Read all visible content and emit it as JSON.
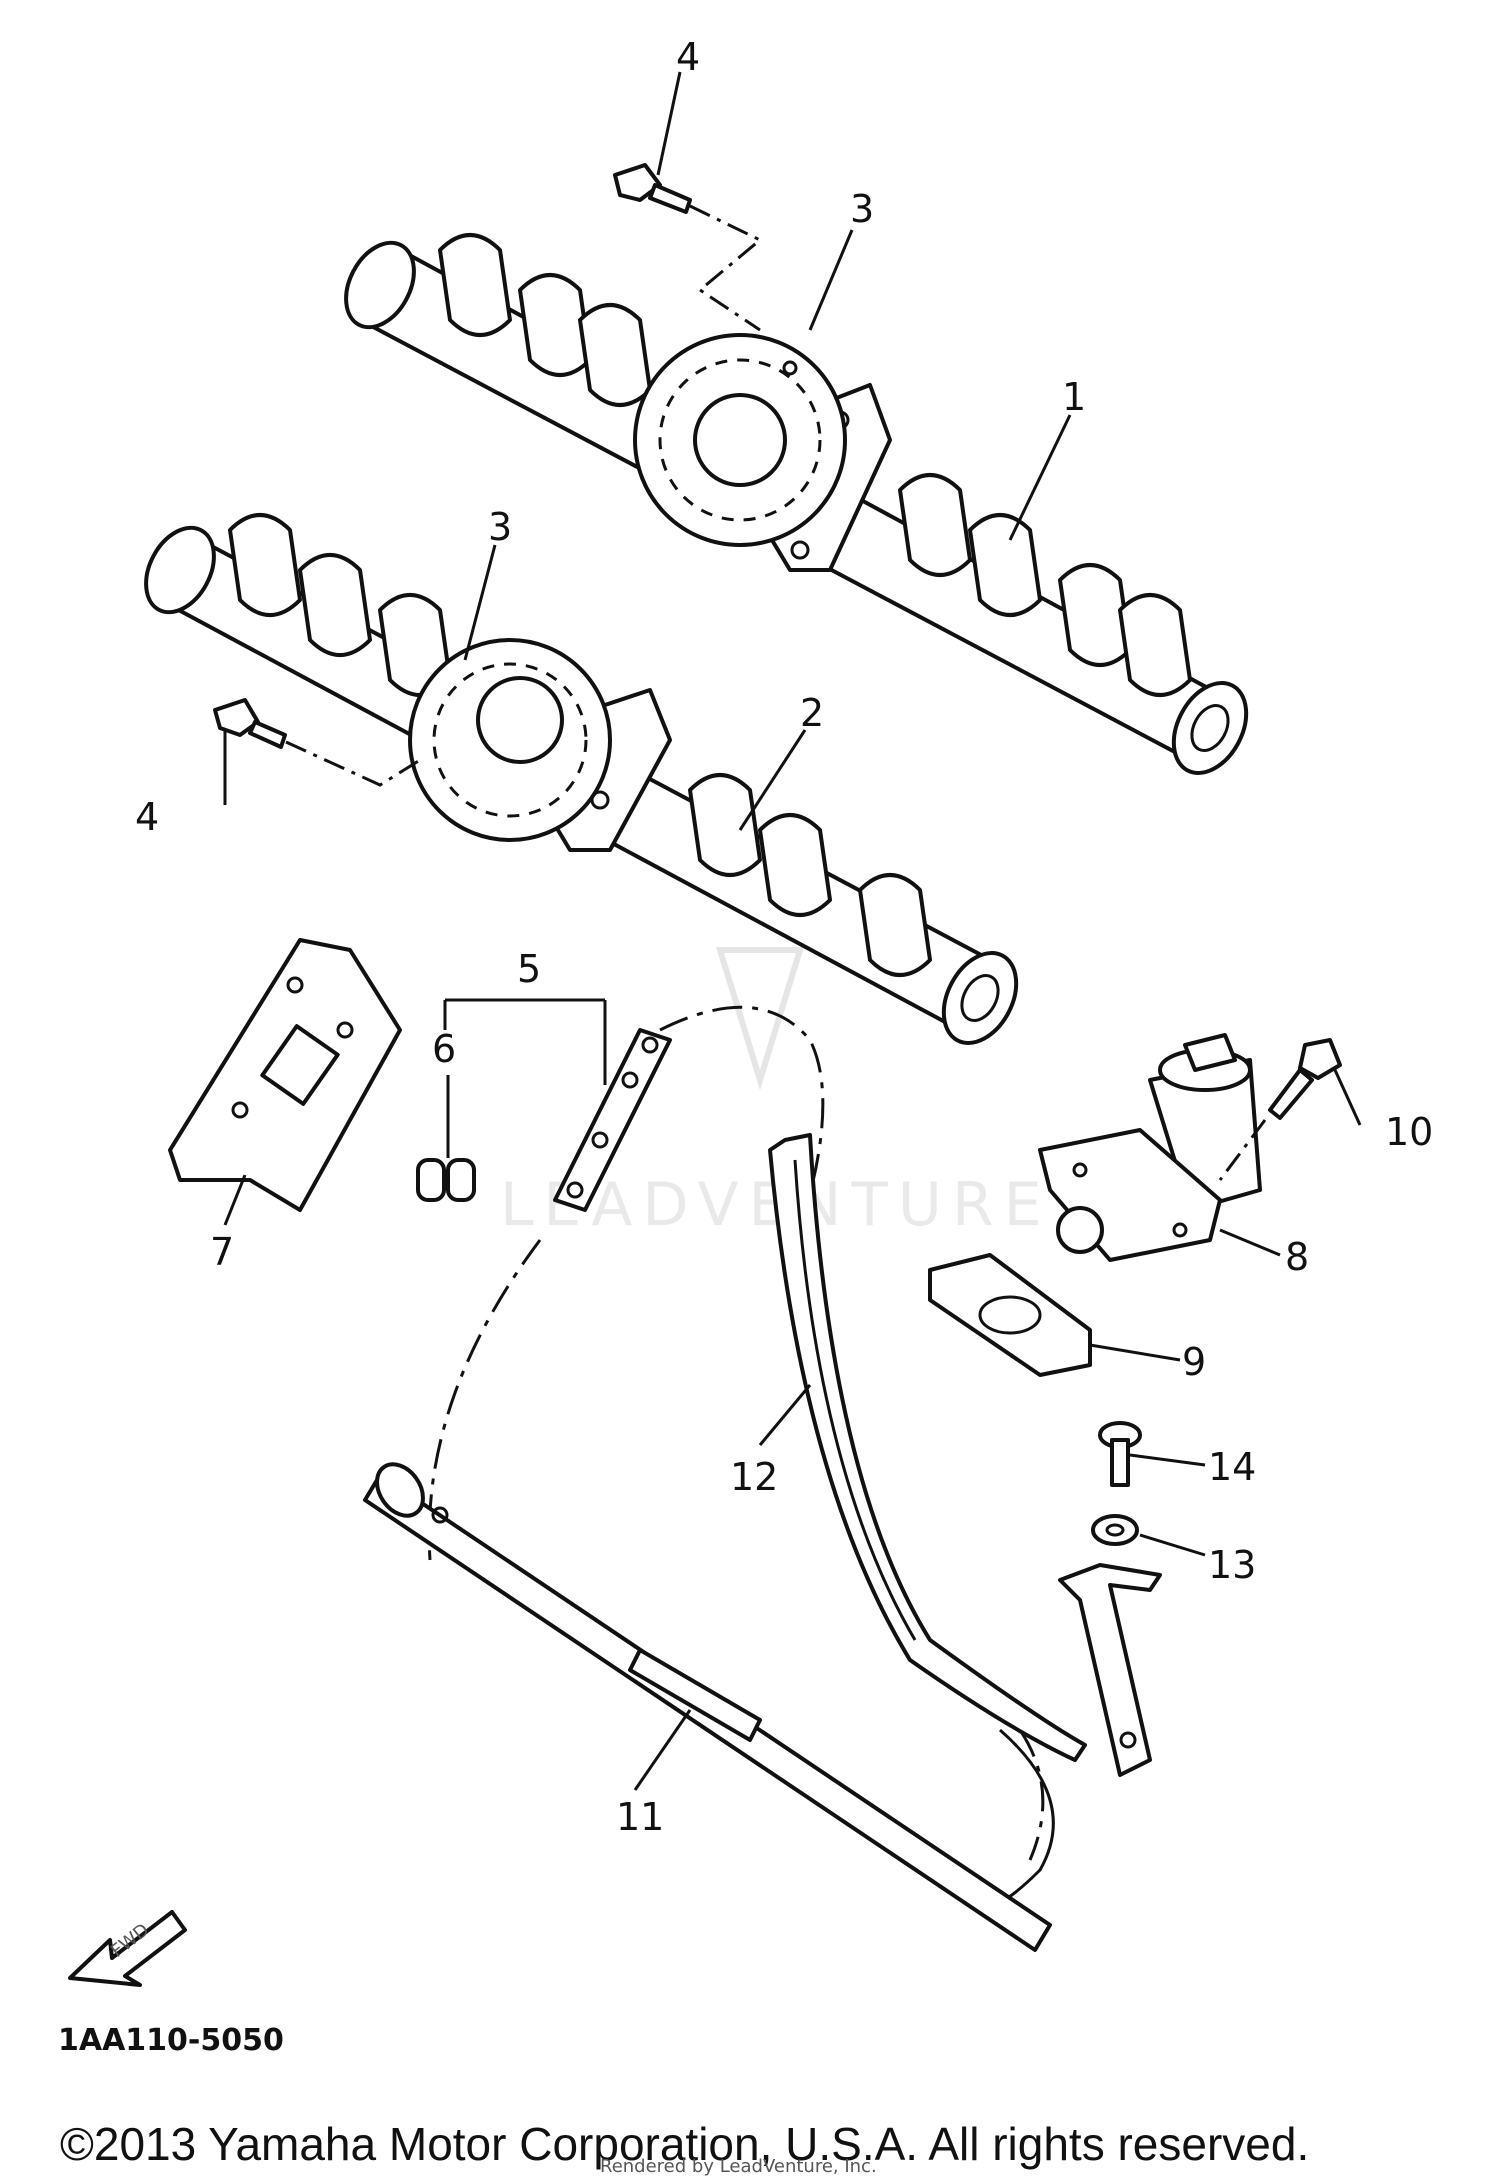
{
  "diagram": {
    "callouts": {
      "c1": "1",
      "c2": "2",
      "c3a": "3",
      "c3b": "3",
      "c4a": "4",
      "c4b": "4",
      "c5": "5",
      "c6": "6",
      "c7": "7",
      "c8": "8",
      "c9": "9",
      "c10": "10",
      "c11": "11",
      "c12": "12",
      "c13": "13",
      "c14": "14"
    },
    "fwd_label": "FWD",
    "drawing_code": "1AA110-5050",
    "watermark": "LEADVENTURE",
    "footer_overlay": "Rendered by LeadVenture, Inc.",
    "copyright": "©2013 Yamaha Motor Corporation, U.S.A. All rights reserved."
  }
}
